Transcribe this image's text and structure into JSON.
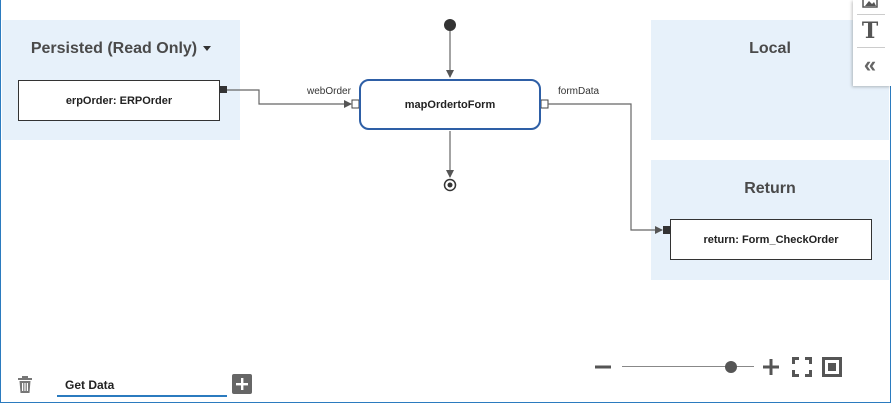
{
  "panels": {
    "persisted": {
      "title": "Persisted (Read Only)"
    },
    "local": {
      "title": "Local"
    },
    "return": {
      "title": "Return"
    }
  },
  "variables": {
    "erp_order": "erpOrder: ERPOrder",
    "return_var": "return: Form_CheckOrder"
  },
  "node": {
    "label": "mapOrdertoForm",
    "input_port": "webOrder",
    "output_port": "formData"
  },
  "bottom": {
    "tab_name": "Get Data"
  },
  "zoom": {
    "level": 0.86
  },
  "colors": {
    "accent": "#2b7bbf",
    "panel_bg": "#e7f1fa",
    "node_border": "#2e5fa6"
  },
  "icons": [
    "image-icon",
    "text-icon",
    "collapse-left-icon",
    "trash-icon",
    "add-icon",
    "zoom-out-icon",
    "zoom-in-icon",
    "fit-to-screen-icon",
    "actual-size-icon"
  ]
}
